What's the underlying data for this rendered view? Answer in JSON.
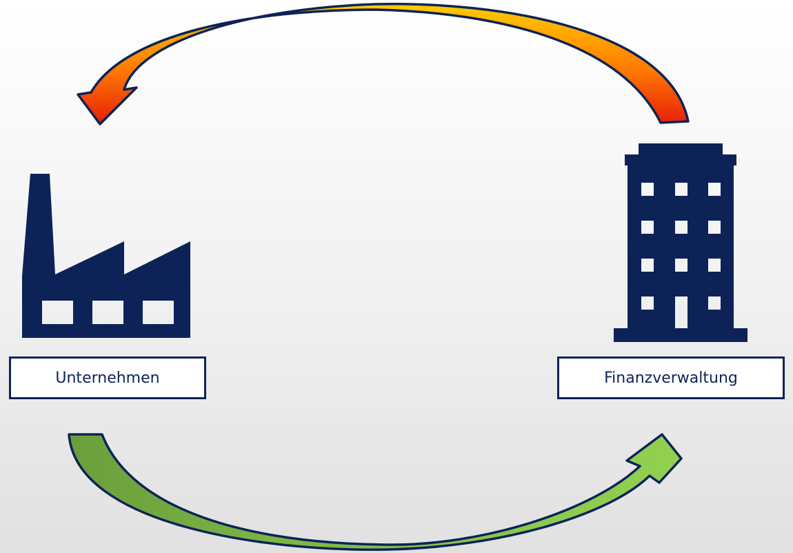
{
  "nodes": {
    "company": {
      "label": "Unternehmen",
      "icon": "factory-icon"
    },
    "tax_office": {
      "label": "Finanzverwaltung",
      "icon": "office-building-icon"
    }
  },
  "arrows": {
    "top": {
      "from": "tax_office",
      "to": "company",
      "gradient": [
        "#ffcc00",
        "#ff6600",
        "#e81e0a"
      ]
    },
    "bottom": {
      "from": "company",
      "to": "tax_office",
      "gradient": [
        "#6aa33d",
        "#92d050",
        "#7ec849"
      ]
    }
  },
  "colors": {
    "icon_fill": "#0d2357",
    "outline": "#0d2357",
    "label_text": "#0d2357"
  }
}
